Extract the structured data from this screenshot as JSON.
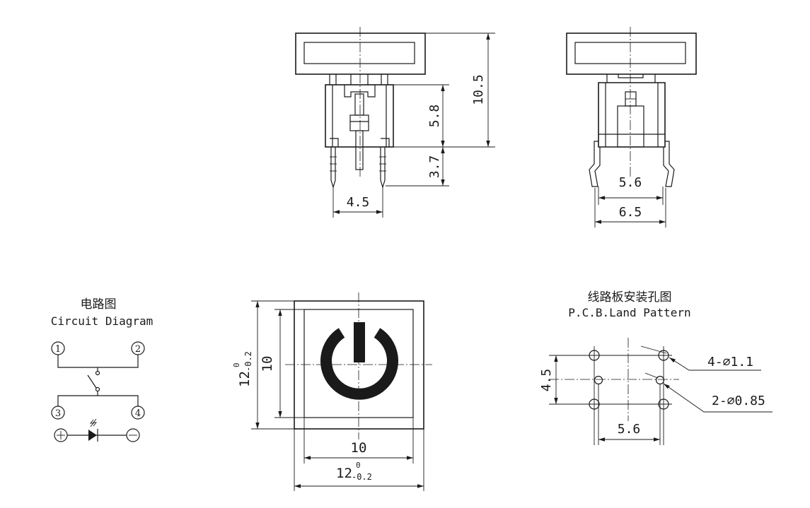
{
  "colors": {
    "ink": "#1a1a1a",
    "background": "#ffffff"
  },
  "side_view": {
    "dim_total_height": "10.5",
    "dim_body_height": "5.8",
    "dim_pin_length": "3.7",
    "dim_pin_spacing": "4.5"
  },
  "front_view": {
    "dim_lead_span": "5.6",
    "dim_body_width": "6.5"
  },
  "circuit": {
    "title_cn": "电路图",
    "title_en": "Circuit Diagram",
    "pin1": "1",
    "pin2": "2",
    "pin3": "3",
    "pin4": "4",
    "plus": "+",
    "minus": "−"
  },
  "top_view": {
    "inner_width": "10",
    "inner_height": "10",
    "outer_nominal": "12",
    "tol_upper": "0",
    "tol_lower": "-0.2",
    "icon": "power-symbol-icon"
  },
  "pcb": {
    "title_cn": "线路板安装孔图",
    "title_en": "P.C.B.Land Pattern",
    "holes_large": "4-∅1.1",
    "holes_small": "2-∅0.85",
    "dim_width": "5.6",
    "dim_height": "4.5"
  }
}
